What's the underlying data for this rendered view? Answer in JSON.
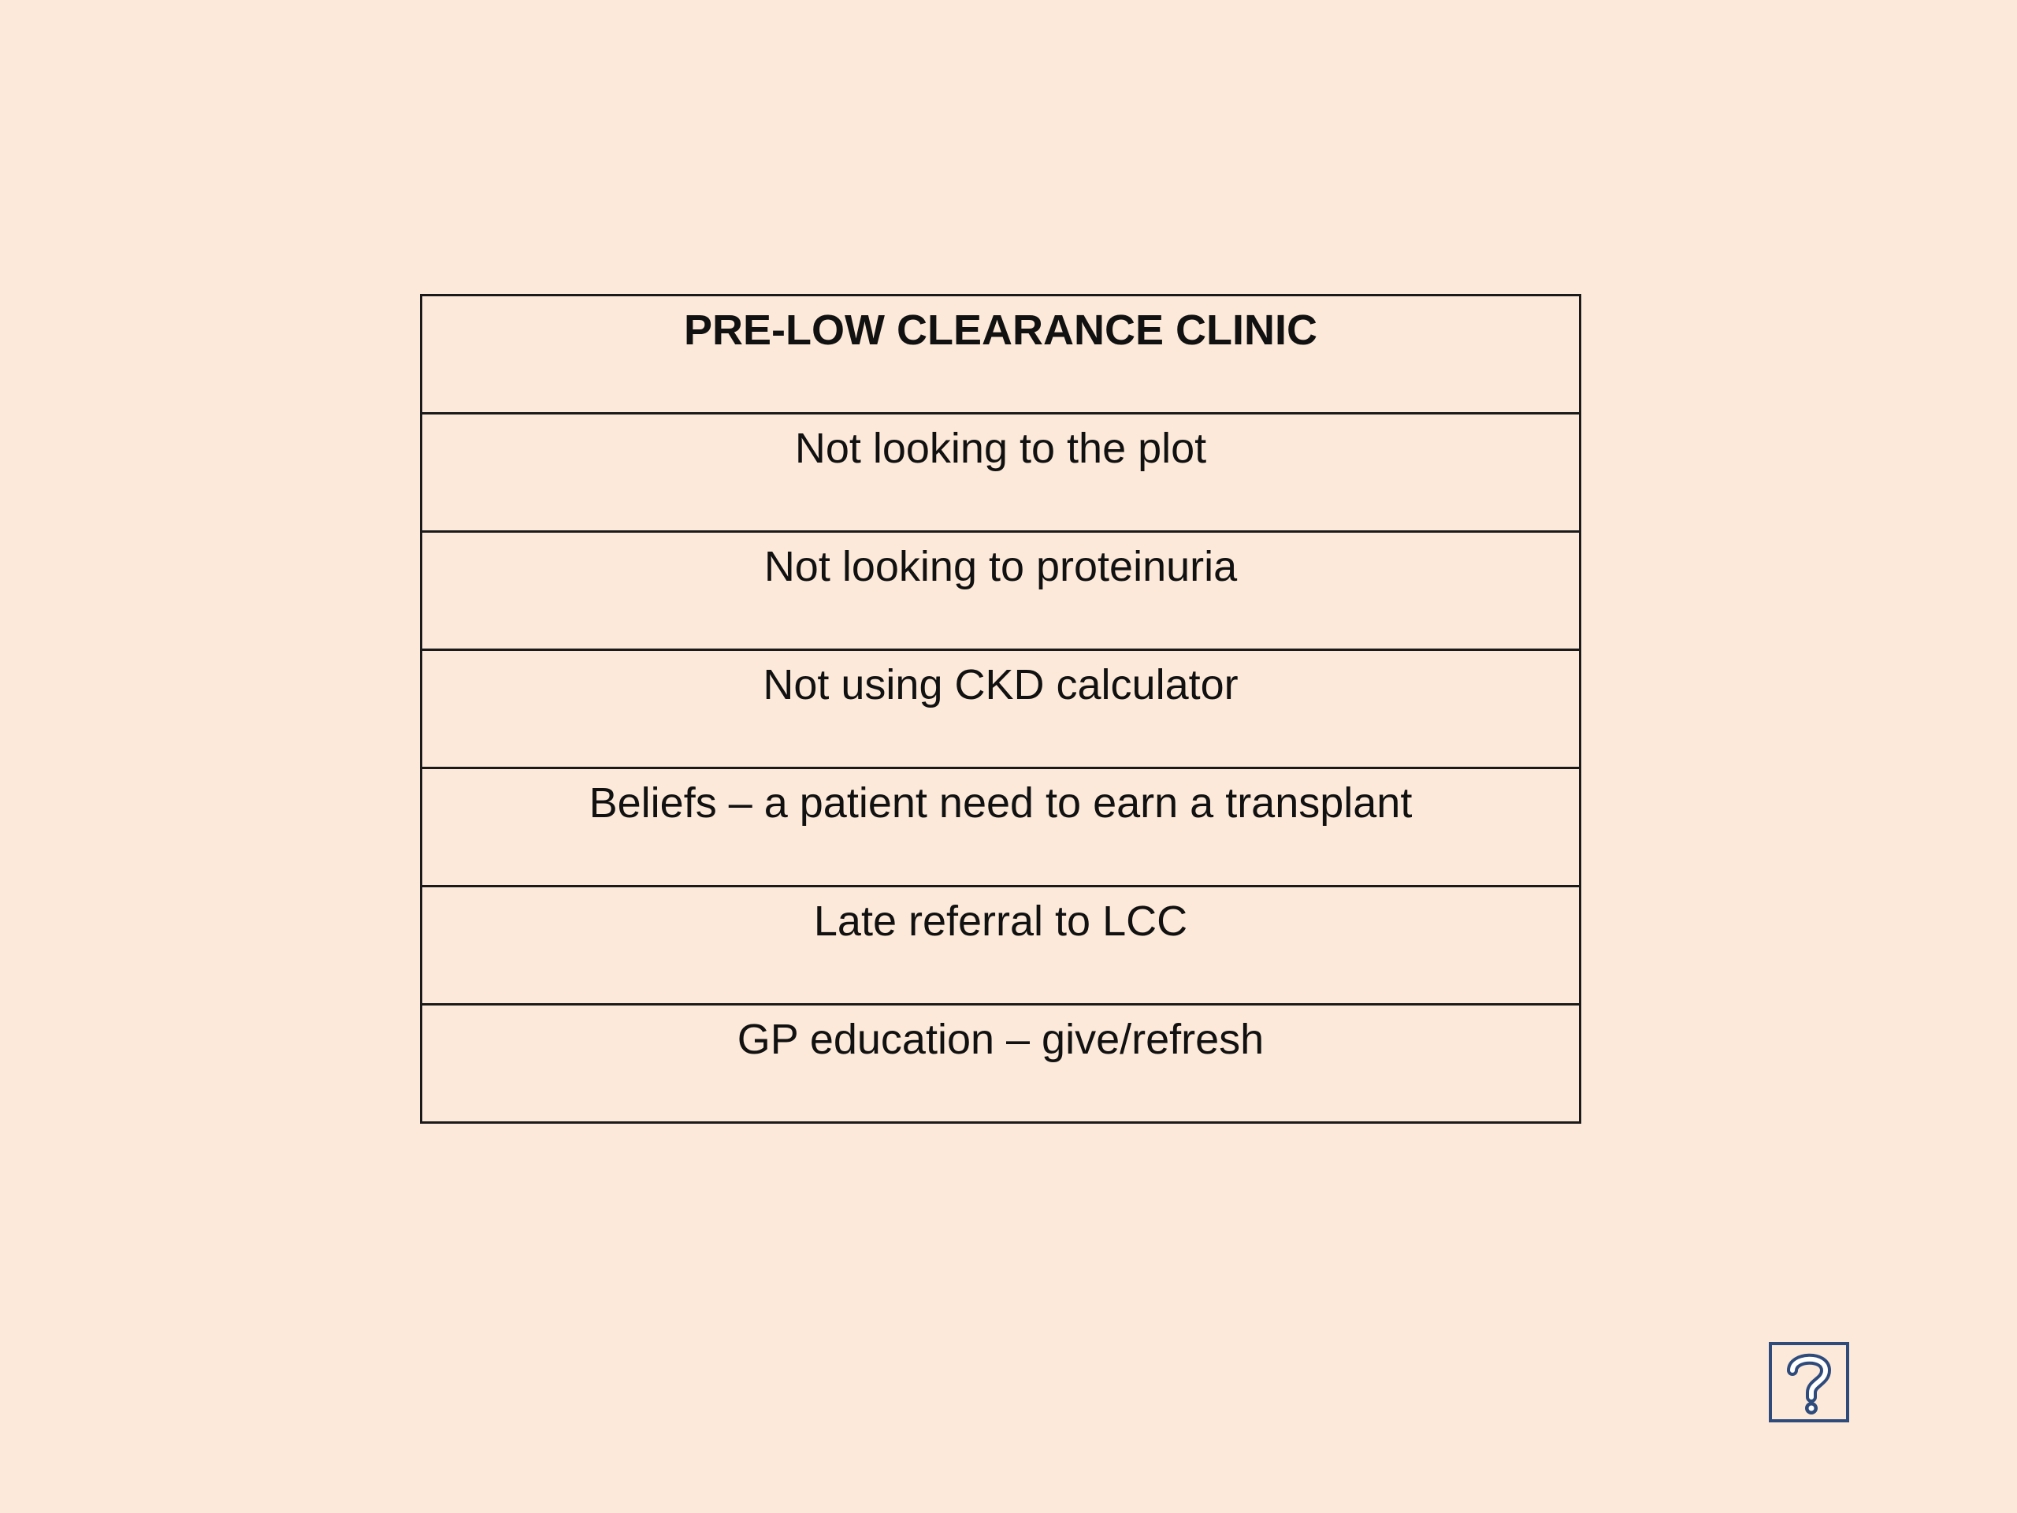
{
  "table": {
    "header": "PRE-LOW CLEARANCE CLINIC",
    "rows": [
      "Not looking to the plot",
      "Not looking to proteinuria",
      "Not using CKD calculator",
      "Beliefs – a patient need to earn a transplant",
      "Late referral to LCC",
      "GP education – give/refresh"
    ]
  },
  "help_button": {
    "icon": "question-mark-icon",
    "color": "#2f4b7c"
  },
  "colors": {
    "background": "#fce9d9",
    "border": "#1a1a1a",
    "text": "#111111"
  }
}
